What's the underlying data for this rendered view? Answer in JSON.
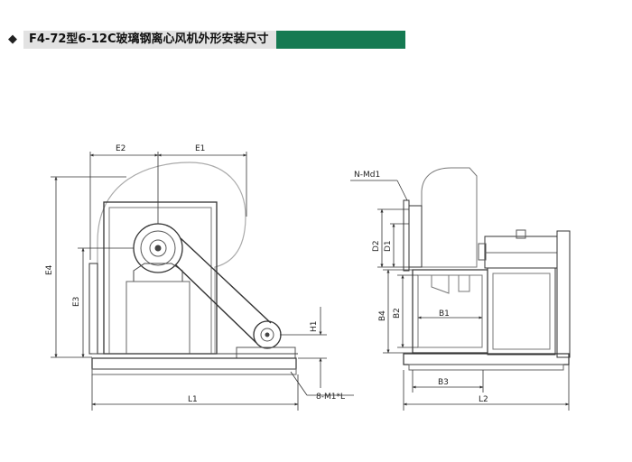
{
  "header": {
    "bullet": "◆",
    "title": "F4-72型6-12C玻璃钢离心风机外形安装尺寸",
    "accent_color": "#157a52"
  },
  "front_view": {
    "dims": {
      "e2": "E2",
      "e1": "E1",
      "e4": "E4",
      "e3": "E3",
      "h1": "H1",
      "l1": "L1",
      "bolts": "8-M1*L"
    }
  },
  "side_view": {
    "dims": {
      "flange_holes": "N-Md1",
      "d2": "D2",
      "d1": "D1",
      "b4": "B4",
      "b2": "B2",
      "b1": "B1",
      "b3": "B3",
      "l2": "L2"
    }
  }
}
